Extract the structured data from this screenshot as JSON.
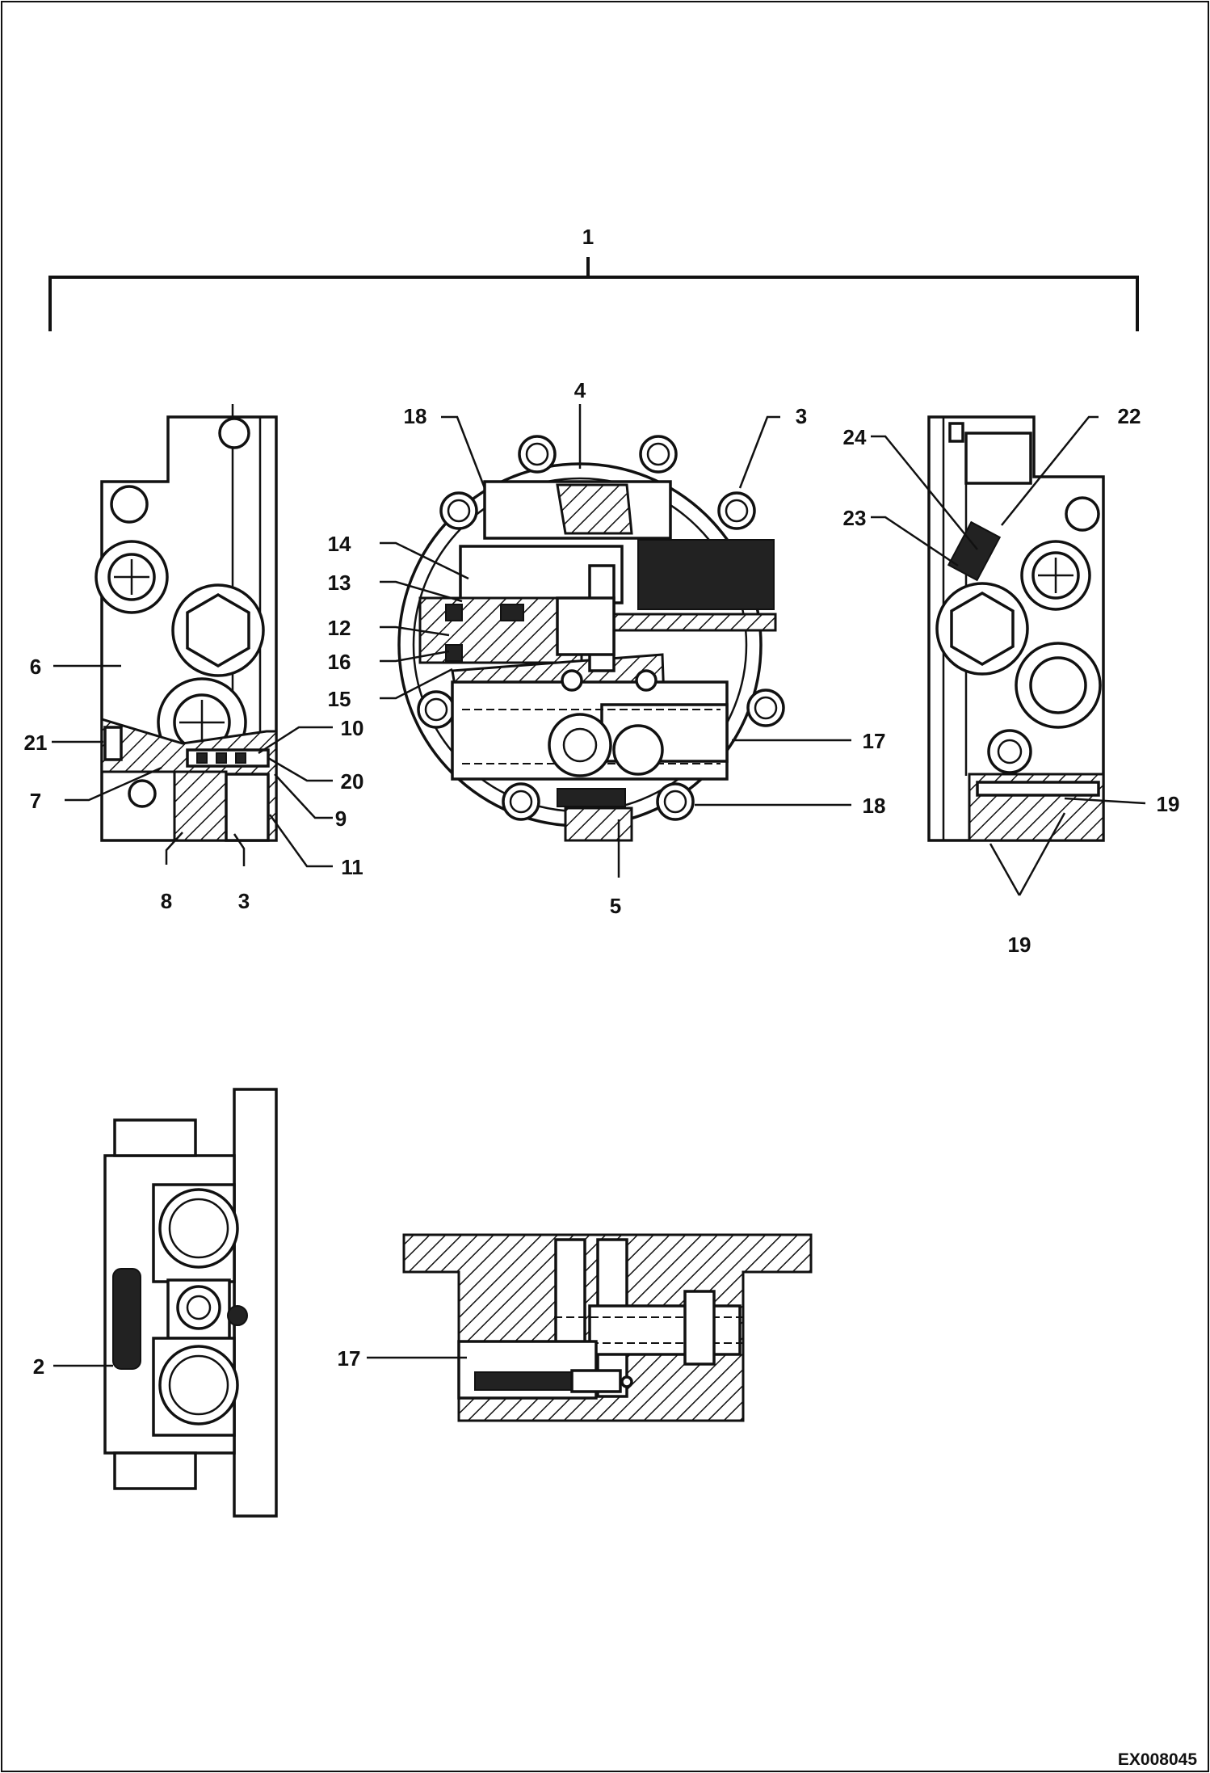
{
  "diagram": {
    "reference_code": "EX008045",
    "callouts": {
      "c1": "1",
      "c2": "2",
      "c3a": "3",
      "c3b": "3",
      "c4": "4",
      "c5": "5",
      "c6": "6",
      "c7": "7",
      "c8": "8",
      "c9": "9",
      "c10": "10",
      "c11": "11",
      "c12": "12",
      "c13": "13",
      "c14": "14",
      "c15": "15",
      "c16": "16",
      "c17a": "17",
      "c17b": "17",
      "c18a": "18",
      "c18b": "18",
      "c19a": "19",
      "c19b": "19",
      "c20": "20",
      "c21": "21",
      "c22": "22",
      "c23": "23",
      "c24": "24"
    }
  }
}
